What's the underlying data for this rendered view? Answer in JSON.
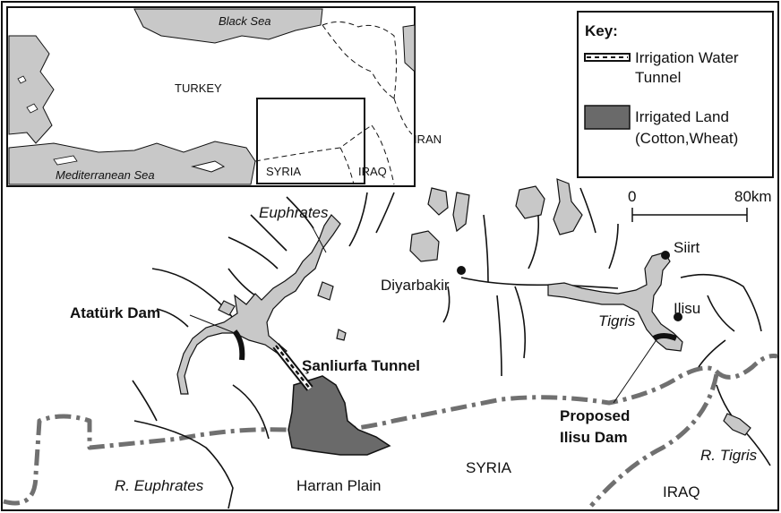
{
  "inset": {
    "black_sea": "Black Sea",
    "turkey": "TURKEY",
    "iran": "IRAN",
    "syria": "SYRIA",
    "iraq": "IRAQ",
    "med_sea": "Mediterranean Sea"
  },
  "key": {
    "title": "Key:",
    "tunnel_line1": "Irrigation Water",
    "tunnel_line2": "Tunnel",
    "land_line1": "Irrigated Land",
    "land_line2": "(Cotton,Wheat)"
  },
  "scale": {
    "start": "0",
    "end": "80km"
  },
  "labels": {
    "euphrates": "Euphrates",
    "ataturk_dam": "Atatürk Dam",
    "sanliurfa_tunnel": "Şanliurfa Tunnel",
    "diyarbakir": "Diyarbakir",
    "siirt": "Siirt",
    "ilisu": "Ilisu",
    "tigris": "Tigris",
    "proposed1": "Proposed",
    "proposed2": "Ilisu Dam",
    "harran": "Harran Plain",
    "syria": "SYRIA",
    "iraq": "IRAQ",
    "r_euphrates": "R. Euphrates",
    "r_tigris": "R. Tigris"
  },
  "colors": {
    "river_fill": "#c8c8c8",
    "irrigated_fill": "#6a6a6a",
    "border_line": "#707070",
    "outline": "#111111"
  }
}
